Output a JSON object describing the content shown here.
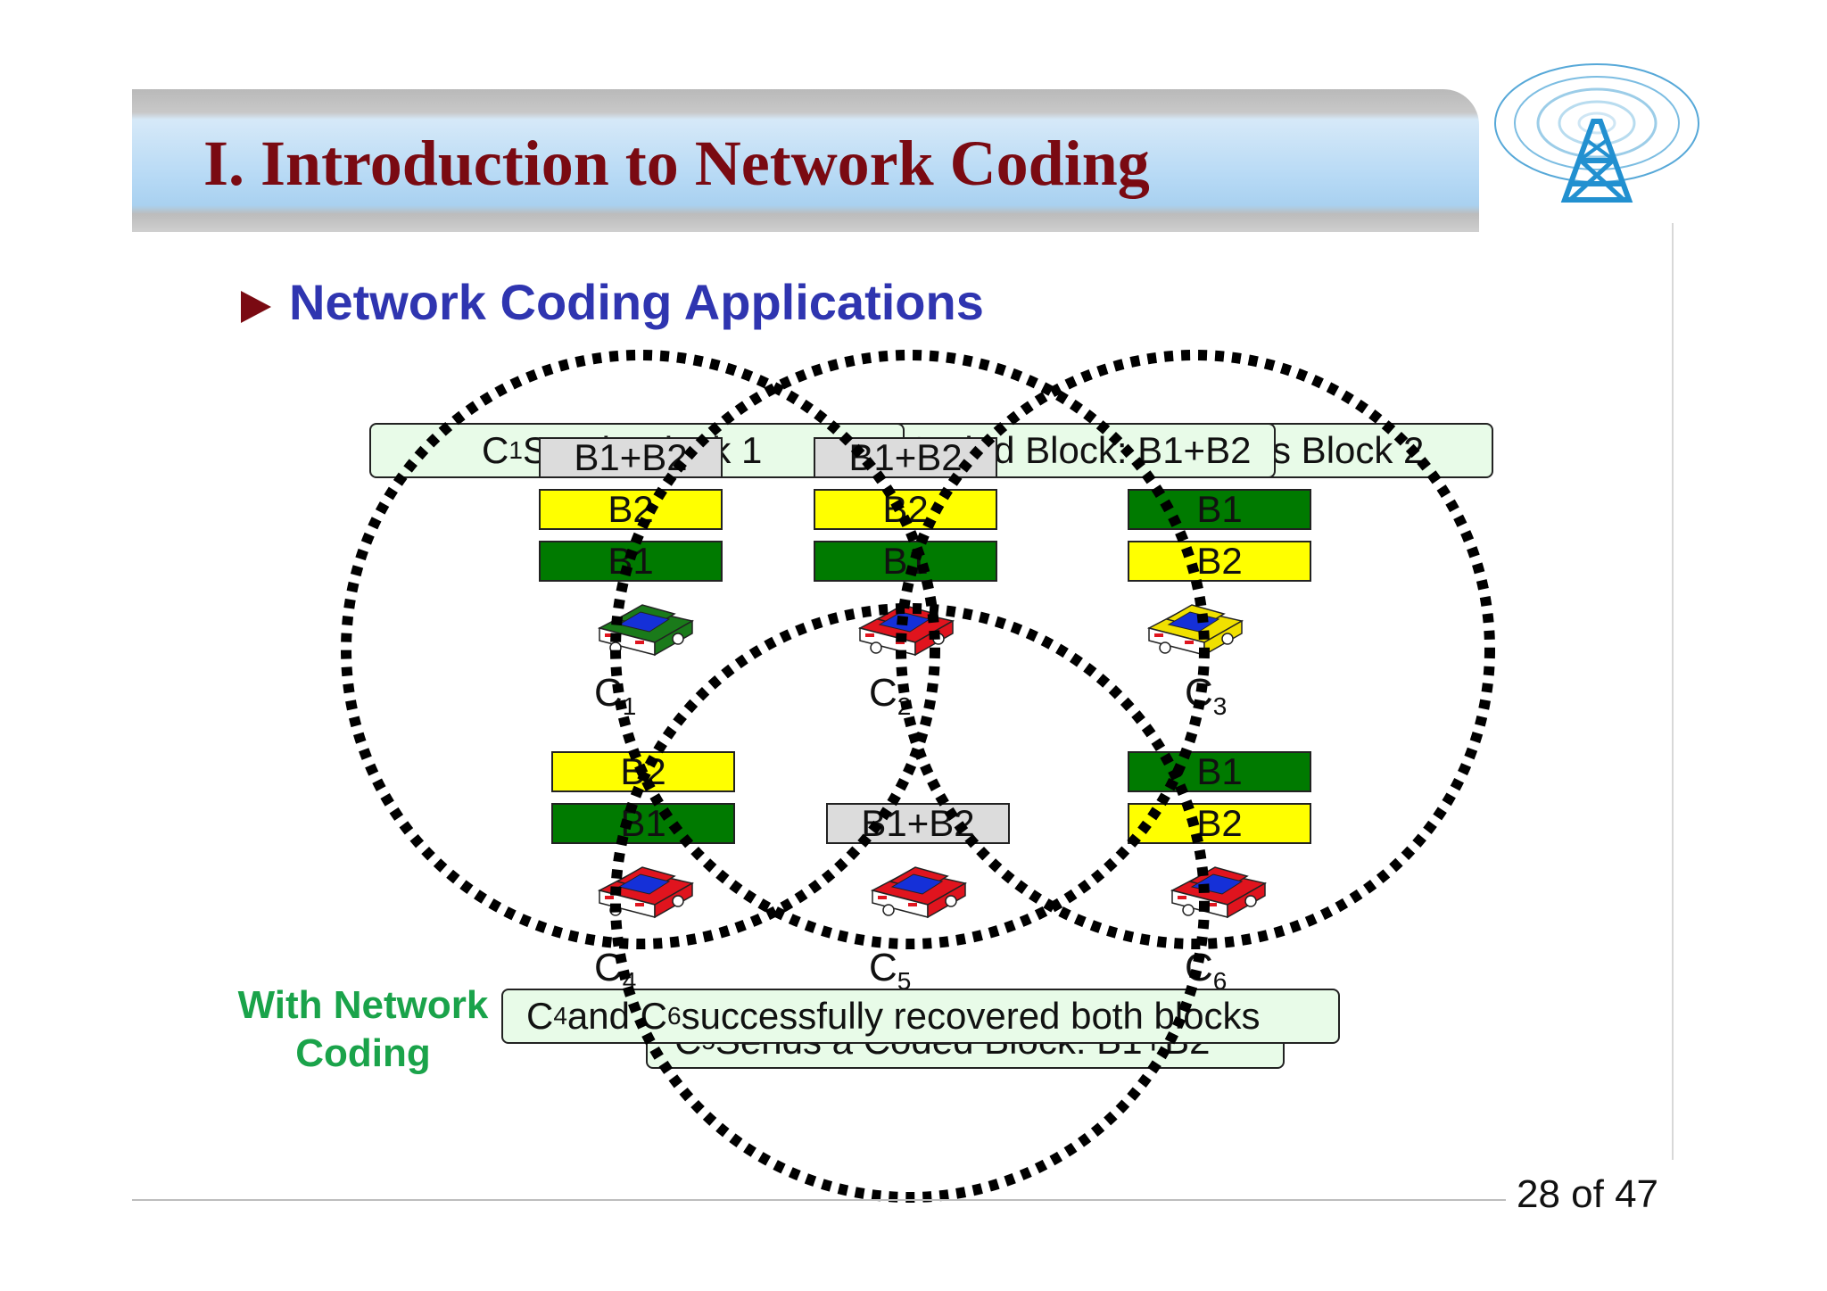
{
  "slide": {
    "title": "I. Introduction to Network Coding",
    "subtitle": "Network Coding Applications",
    "page_number": "28 of 47",
    "mode_label": "With Network Coding"
  },
  "captions": {
    "c1_sends": "C",
    "c1_sends_sub": "1",
    "c1_sends_rest": " Sends Block 1",
    "c2_sends": "C",
    "c2_sends_sub": "2",
    "c2_sends_rest": " Sends a Coded Block: B1+B2",
    "c3_sends": "C",
    "c3_sends_sub": "3",
    "c3_sends_rest": " Sends Block 2",
    "c5_sends": "C",
    "c5_sends_sub": "5",
    "c5_sends_rest": " Sends a Coded Block: B1+B2",
    "recovered_a": "C",
    "recovered_a_sub": "4",
    "recovered_mid": " and C",
    "recovered_b_sub": "6",
    "recovered_rest": " successfully recovered both blocks"
  },
  "blocks": {
    "c1": [
      "B1+B2",
      "B2",
      "B1"
    ],
    "c2": [
      "B1+B2",
      "B2",
      "B1"
    ],
    "c3": [
      "B1",
      "B2"
    ],
    "c4": [
      "B2",
      "B1"
    ],
    "c5": [
      "B1+B2"
    ],
    "c6": [
      "B1",
      "B2"
    ]
  },
  "nodes": [
    {
      "letter": "C",
      "sub": "1",
      "car_color": "#1a7a1a"
    },
    {
      "letter": "C",
      "sub": "2",
      "car_color": "#e0141e"
    },
    {
      "letter": "C",
      "sub": "3",
      "car_color": "#f0e000"
    },
    {
      "letter": "C",
      "sub": "4",
      "car_color": "#e0141e"
    },
    {
      "letter": "C",
      "sub": "5",
      "car_color": "#e0141e"
    },
    {
      "letter": "C",
      "sub": "6",
      "car_color": "#e0141e"
    }
  ],
  "colors": {
    "title": "#7a0a12",
    "subtitle": "#2f35b0",
    "block_b1": "#007a00",
    "block_b2": "#ffff00",
    "block_coded": "#dcdcdc",
    "caption_bg": "#e8fbe8",
    "mode_label": "#1aa34a"
  },
  "icons": [
    "radio-tower-logo-icon",
    "play-arrow-icon",
    "car-icon"
  ]
}
